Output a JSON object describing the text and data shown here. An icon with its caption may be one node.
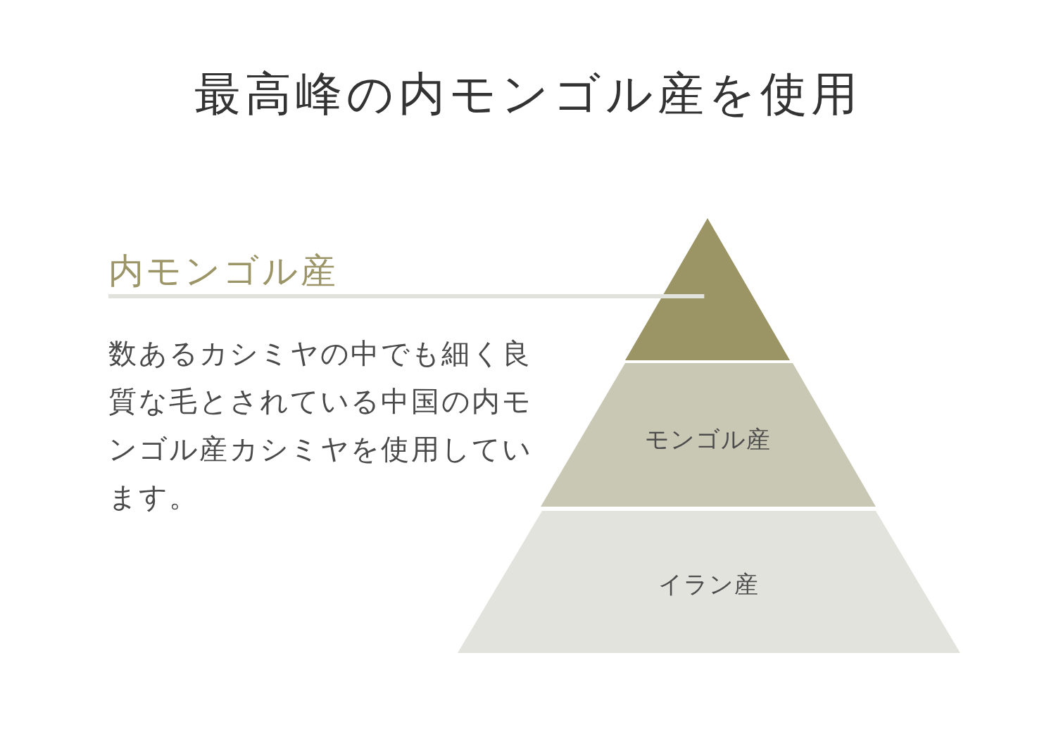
{
  "diagram": {
    "title": "最高峰の内モンゴル産を使用",
    "nodes": [
      {
        "text": [
          "内モンゴル産"
        ]
      },
      {
        "text": [],
        "shape": "triangle"
      },
      {
        "text": [
          "モンゴル産"
        ]
      },
      {
        "text": [
          "イラン産"
        ]
      }
    ],
    "edges": [
      {
        "from": 0,
        "to": 1,
        "arrow": "none"
      }
    ],
    "labels": [
      "数あるカシミヤの中でも細く良質な毛とされている中国の内モンゴル産カシミヤを使用しています。"
    ]
  }
}
